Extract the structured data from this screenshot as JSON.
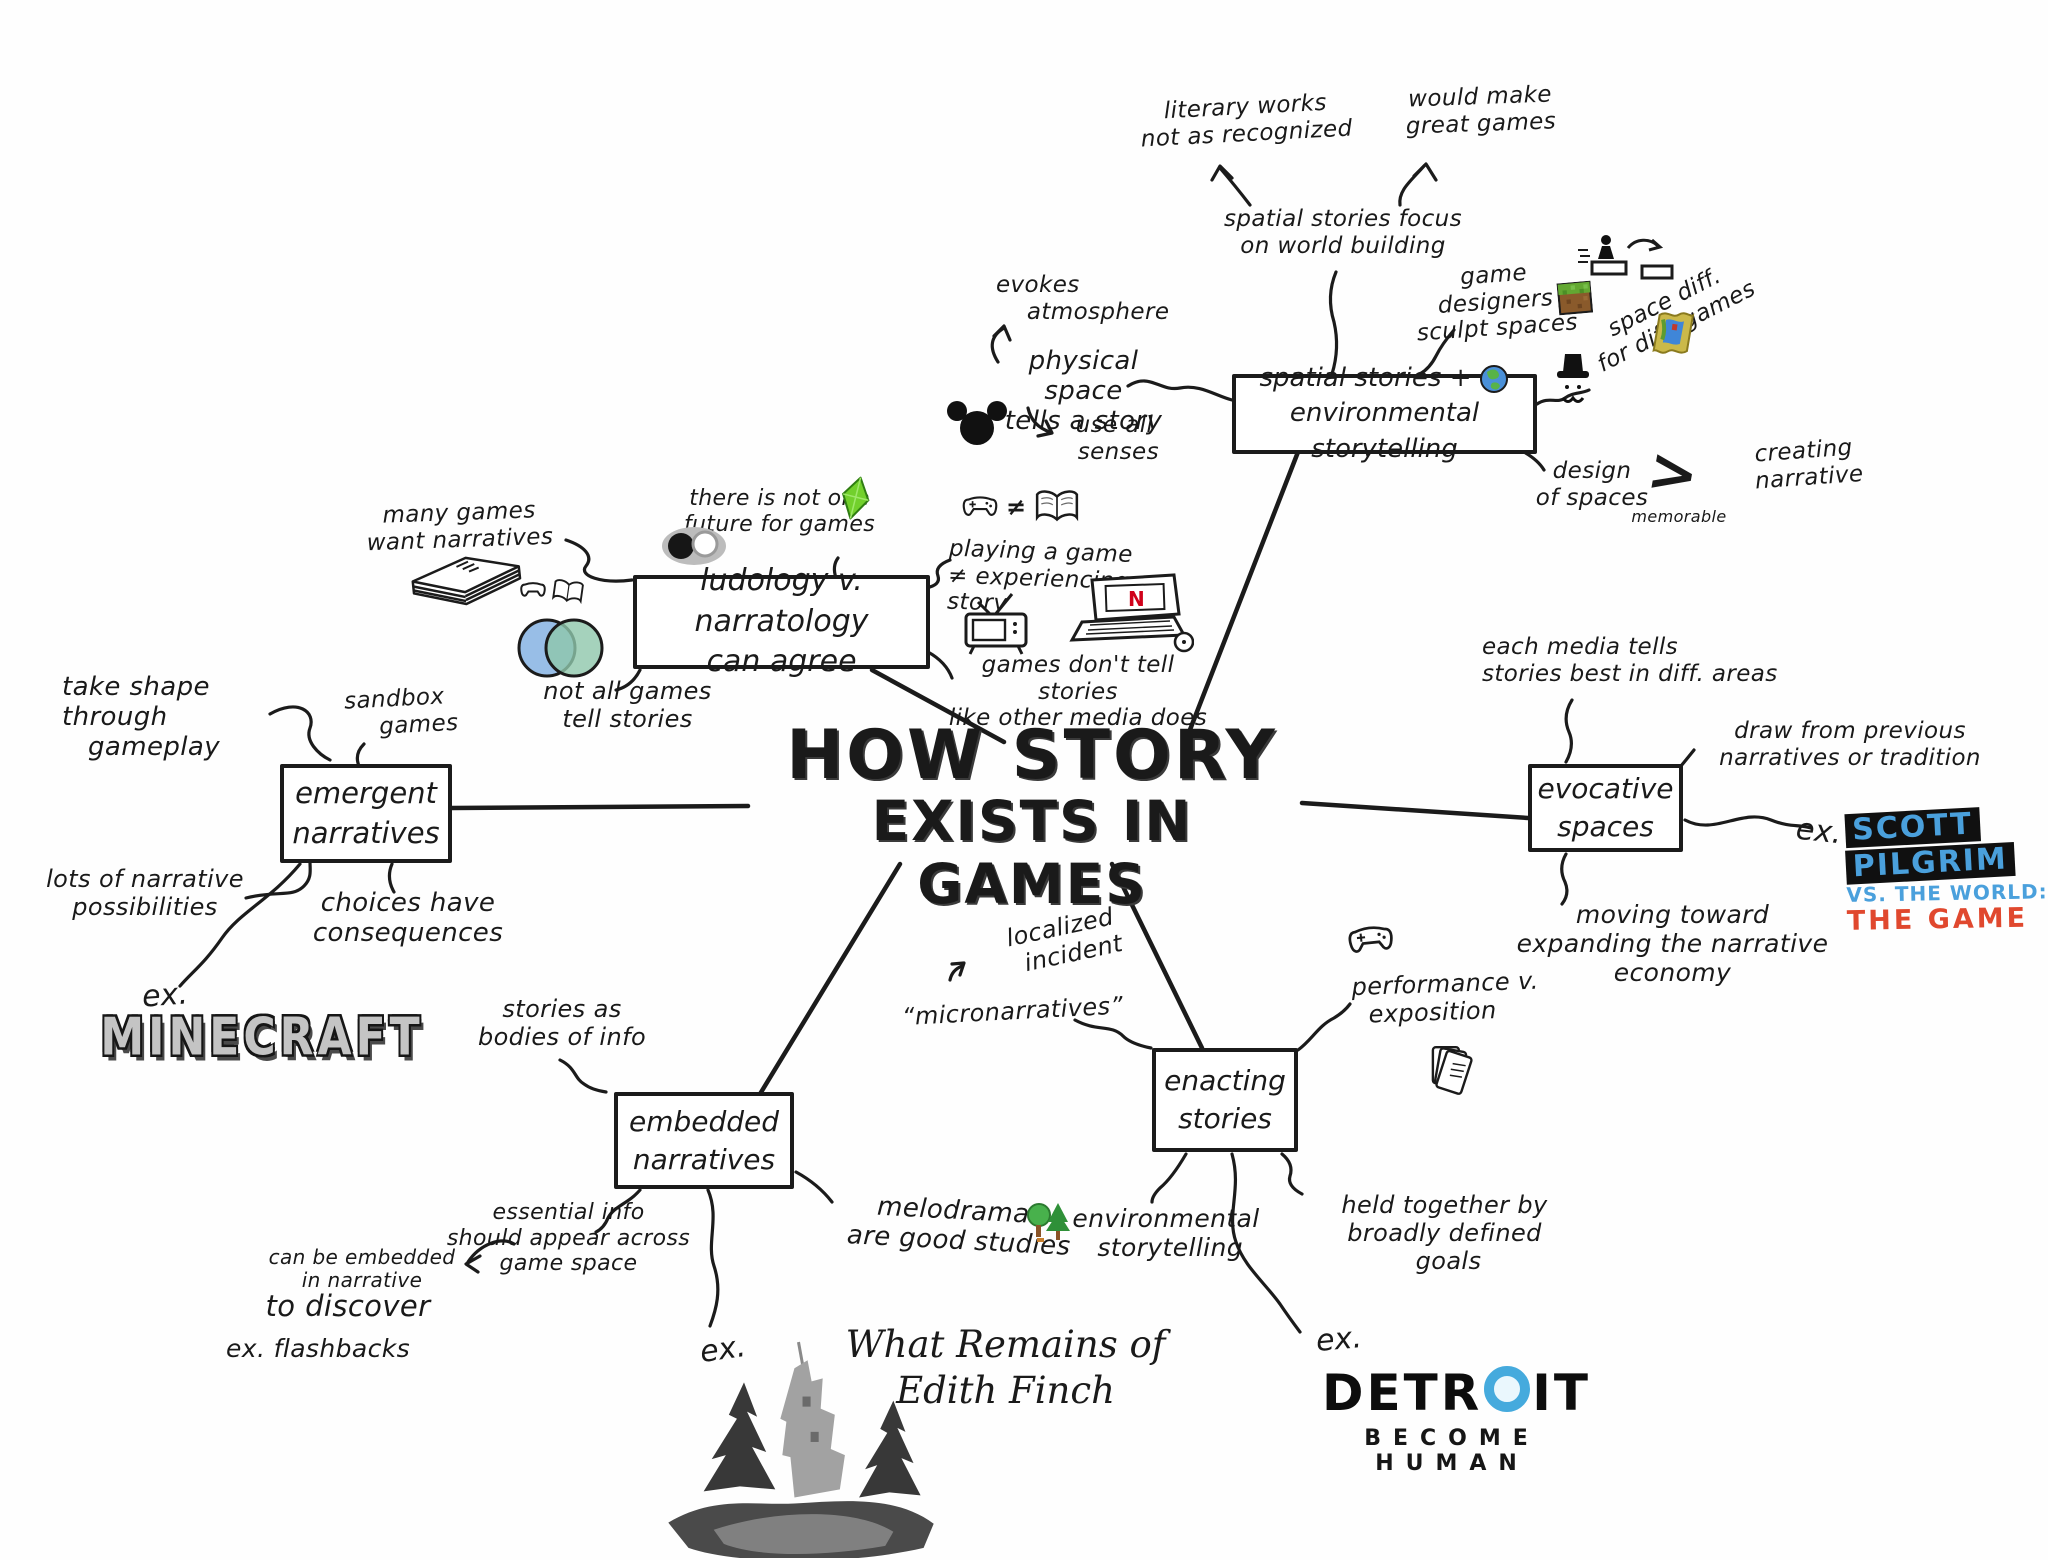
{
  "title": {
    "line1": "HOW STORY",
    "line2": "EXISTS IN GAMES"
  },
  "icons": {
    "not_equal": "≠",
    "netflix_n": "N",
    "greater_than": ">"
  },
  "colors": {
    "ink": "#1a1a1a",
    "scott_pilgrim_blue": "#4aa0dc",
    "scott_pilgrim_red": "#e0482e",
    "detroit_led_blue": "#45aadd",
    "plumbob_green": "#72d02c",
    "venn_blue": "#92bae6",
    "venn_green": "#8ec7ab",
    "netflix_red": "#d0021b",
    "minecraft_gray": "#c4c4c4",
    "grass_green": "#63a832",
    "dirt_brown": "#8a5a2b",
    "map_blue": "#3f86d8",
    "tree_green": "#48b14c",
    "globe_blue": "#4a90d8",
    "globe_green": "#58b348"
  },
  "clusters": {
    "ludology": {
      "box": "ludology v. narratology\ncan agree",
      "notes": {
        "many_games": "many games\nwant narratives",
        "no_one_future": "there is not one\nfuture for games",
        "playing_game": "playing a game\n≠ experiencing a story",
        "not_all_games": "not all games\ntell stories",
        "games_dont_tell": "games don't tell stories\nlike other media does"
      }
    },
    "spatial": {
      "box_line1": "spatial stories +",
      "box_line2": "environmental storytelling",
      "notes": {
        "literary_works": "literary works\nnot as recognized",
        "would_make": "would make\ngreat games",
        "focus_worldbuilding": "spatial stories focus\non world building",
        "game_designers": "game designers\nsculpt spaces",
        "evokes": "evokes\n    atmosphere",
        "physical_space": "physical space\ntells a story",
        "use_all_senses": "use all\n senses",
        "space_diff": "space diff.\nfor diff. games",
        "design_of_spaces": "design\nof spaces",
        "memorable": "memorable",
        "creating_narrative": "creating\n narrative"
      }
    },
    "emergent": {
      "box": "emergent\nnarratives",
      "notes": {
        "take_shape": "take shape\nthrough\n   gameplay",
        "sandbox": "sandbox\n      games",
        "lots_possibilities": "lots of narrative\npossibilities",
        "choices": "choices have\nconsequences",
        "ex": "ex.",
        "logo": "MINECRAFT"
      }
    },
    "evocative": {
      "box": "evocative\nspaces",
      "notes": {
        "each_media": "each media tells\nstories best in diff. areas",
        "draw_previous": "draw from previous\nnarratives or tradition",
        "moving_toward": "moving toward\nexpanding the narrative\neconomy",
        "ex": "ex.",
        "logo_line1": "SCOTT",
        "logo_line2": "PILGRIM",
        "logo_line3": "VS. THE WORLD:",
        "logo_line4": "THE GAME"
      }
    },
    "embedded": {
      "box": "embedded\nnarratives",
      "notes": {
        "stories_bodies": "stories as\nbodies of info",
        "essential_info": "essential info\nshould appear across\ngame space",
        "can_be_embedded": "can be embedded\nin narrative",
        "to_discover": "to discover",
        "ex_flashbacks": "ex. flashbacks",
        "melodramas": "melodramas\nare good studies",
        "ex": "ex.",
        "game_title": "What Remains of\nEdith Finch"
      }
    },
    "enacting": {
      "box": "enacting\nstories",
      "notes": {
        "localized": "localized\n  incident",
        "micronarratives": "“micronarratives”",
        "performance": "performance v.\n  exposition",
        "held_together": "held together by\nbroadly defined\n goals",
        "env_storytelling": "environmental\n storytelling",
        "ex": "ex.",
        "logo_pre": "DETR",
        "logo_post": "IT",
        "logo_sub": "BECOME HUMAN"
      }
    }
  }
}
